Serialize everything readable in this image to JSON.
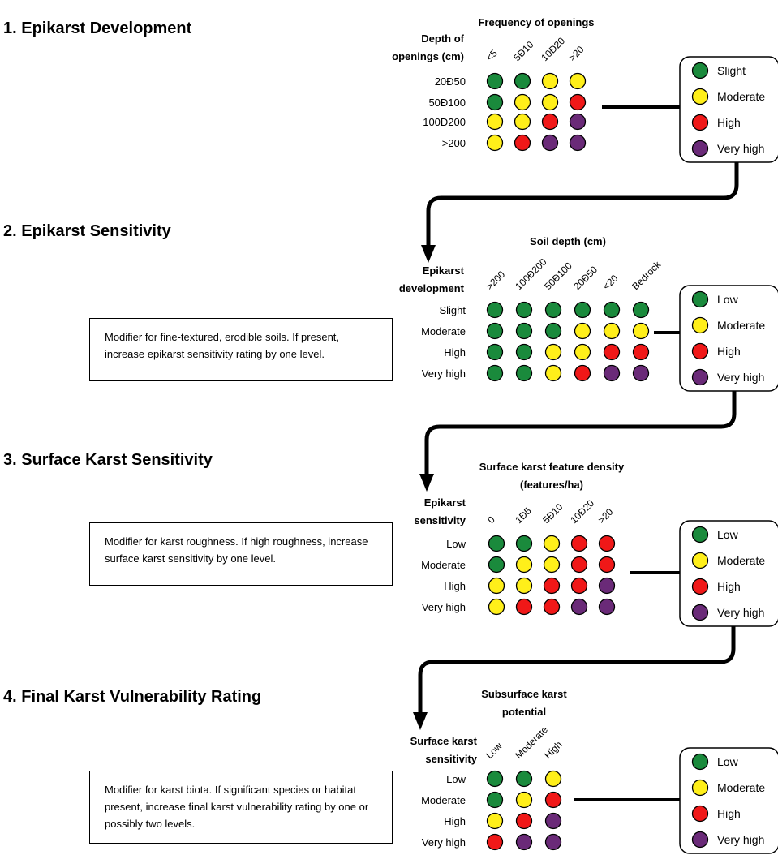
{
  "colors": {
    "green": "#1a8a3c",
    "yellow": "#ffef1a",
    "red": "#f01818",
    "purple": "#6a2a78"
  },
  "sections": [
    {
      "title": "1.  Epikarst Development",
      "modifier": null,
      "header_lines": [
        "Frequency of openings"
      ],
      "row_header_lines": [
        "Depth of",
        "openings (cm)"
      ],
      "columns": [
        "<5",
        "5Ð10",
        "10Ð20",
        ">20"
      ],
      "rows": [
        "20Ð50",
        "50Ð100",
        "100Ð200",
        ">200"
      ],
      "matrix": [
        [
          "green",
          "green",
          "yellow",
          "yellow"
        ],
        [
          "green",
          "yellow",
          "yellow",
          "red"
        ],
        [
          "yellow",
          "yellow",
          "red",
          "purple"
        ],
        [
          "yellow",
          "red",
          "purple",
          "purple"
        ]
      ],
      "legend": [
        {
          "color": "green",
          "label": "Slight"
        },
        {
          "color": "yellow",
          "label": "Moderate"
        },
        {
          "color": "red",
          "label": "High"
        },
        {
          "color": "purple",
          "label": "Very high"
        }
      ]
    },
    {
      "title": "2.  Epikarst Sensitivity",
      "modifier": "Modifier for fine-textured, erodible soils. If present, increase epikarst sensitivity rating by one level.",
      "header_lines": [
        "Soil depth (cm)"
      ],
      "row_header_lines": [
        "Epikarst",
        "development"
      ],
      "columns": [
        ">200",
        "100Ð200",
        "50Ð100",
        "20Ð50",
        "<20",
        "Bedrock"
      ],
      "rows": [
        "Slight",
        "Moderate",
        "High",
        "Very high"
      ],
      "matrix": [
        [
          "green",
          "green",
          "green",
          "green",
          "green",
          "green"
        ],
        [
          "green",
          "green",
          "green",
          "yellow",
          "yellow",
          "yellow"
        ],
        [
          "green",
          "green",
          "yellow",
          "yellow",
          "red",
          "red"
        ],
        [
          "green",
          "green",
          "yellow",
          "red",
          "purple",
          "purple"
        ]
      ],
      "legend": [
        {
          "color": "green",
          "label": "Low"
        },
        {
          "color": "yellow",
          "label": "Moderate"
        },
        {
          "color": "red",
          "label": "High"
        },
        {
          "color": "purple",
          "label": "Very high"
        }
      ]
    },
    {
      "title": "3.  Surface Karst Sensitivity",
      "modifier": "Modifier for karst roughness. If high roughness, increase surface karst sensitivity by one level.",
      "header_lines": [
        "Surface karst feature density",
        "(features/ha)"
      ],
      "row_header_lines": [
        "Epikarst",
        "sensitivity"
      ],
      "columns": [
        "0",
        "1Ð5",
        "5Ð10",
        "10Ð20",
        ">20"
      ],
      "rows": [
        "Low",
        "Moderate",
        "High",
        "Very high"
      ],
      "matrix": [
        [
          "green",
          "green",
          "yellow",
          "red",
          "red"
        ],
        [
          "green",
          "yellow",
          "yellow",
          "red",
          "red"
        ],
        [
          "yellow",
          "yellow",
          "red",
          "red",
          "purple"
        ],
        [
          "yellow",
          "red",
          "red",
          "purple",
          "purple"
        ]
      ],
      "legend": [
        {
          "color": "green",
          "label": "Low"
        },
        {
          "color": "yellow",
          "label": "Moderate"
        },
        {
          "color": "red",
          "label": "High"
        },
        {
          "color": "purple",
          "label": "Very high"
        }
      ]
    },
    {
      "title": "4.  Final Karst Vulnerability Rating",
      "modifier": "Modifier for karst biota. If significant species or habitat present, increase final karst vulnerability rating by one or possibly two levels.",
      "header_lines": [
        "Subsurface karst",
        "potential"
      ],
      "row_header_lines": [
        "Surface karst",
        "sensitivity"
      ],
      "columns": [
        "Low",
        "Moderate",
        "High"
      ],
      "rows": [
        "Low",
        "Moderate",
        "High",
        "Very high"
      ],
      "matrix": [
        [
          "green",
          "green",
          "yellow"
        ],
        [
          "green",
          "yellow",
          "red"
        ],
        [
          "yellow",
          "red",
          "purple"
        ],
        [
          "red",
          "purple",
          "purple"
        ]
      ],
      "legend": [
        {
          "color": "green",
          "label": "Low"
        },
        {
          "color": "yellow",
          "label": "Moderate"
        },
        {
          "color": "red",
          "label": "High"
        },
        {
          "color": "purple",
          "label": "Very high"
        }
      ]
    }
  ]
}
